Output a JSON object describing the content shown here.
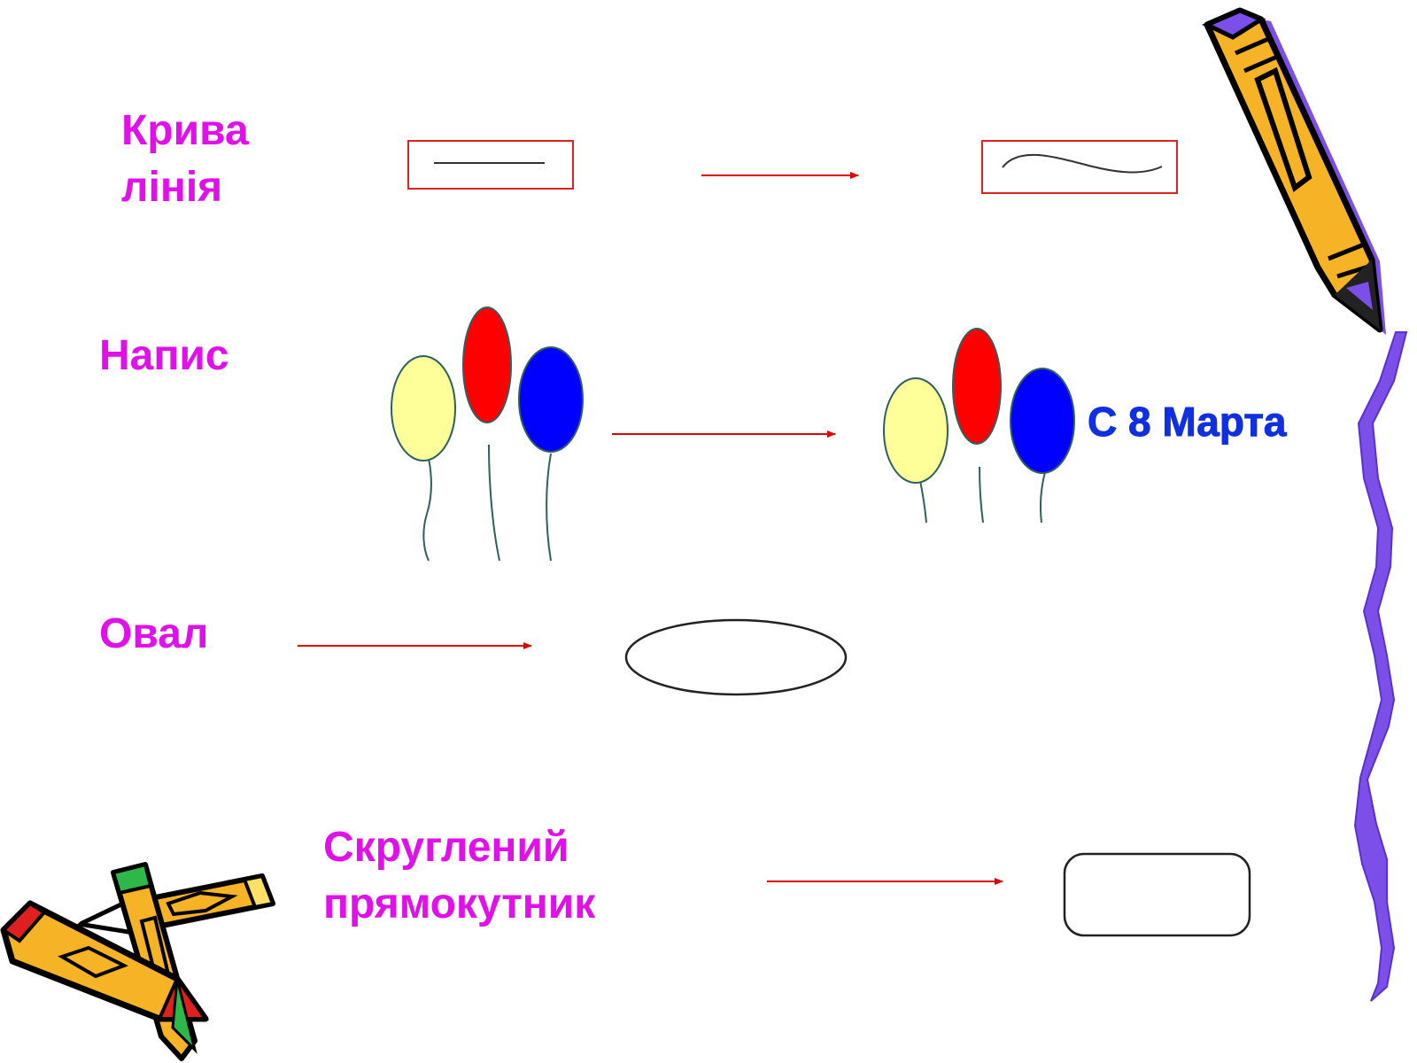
{
  "rows": {
    "curve": {
      "label_line1": "Крива",
      "label_line2": "лінія"
    },
    "caption": {
      "label": "Напис",
      "greeting": "С 8 Марта"
    },
    "oval": {
      "label": "Овал"
    },
    "rounded_rect": {
      "label_line1": "Скруглений",
      "label_line2": "прямокутник"
    }
  },
  "colors": {
    "label_text": "#e010e8",
    "arrow": "#e00000",
    "greeting_text": "#1030e0",
    "balloon_yellow": "#ffff99",
    "balloon_red": "#ff0000",
    "balloon_blue": "#0000ff",
    "border_accent": "#7b4fe8",
    "pencil_body": "#f6b326"
  },
  "decorations": {
    "top_right": "pencil-clipart",
    "bottom_left": "crossed-pencils-clipart",
    "right_edge": "purple-wavy-border"
  }
}
